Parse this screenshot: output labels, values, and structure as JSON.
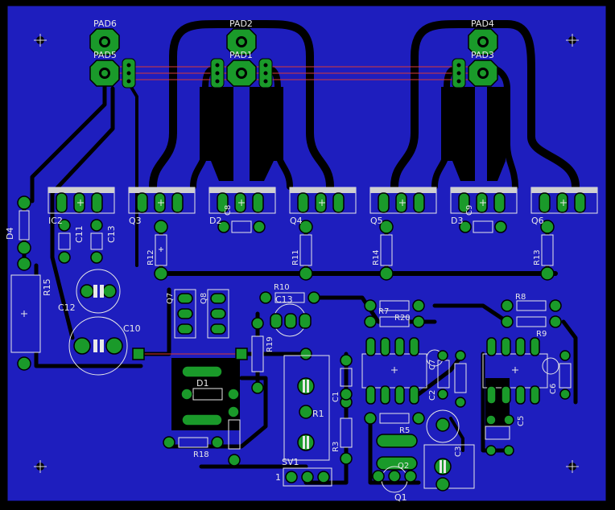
{
  "colors": {
    "board": "#1e1ebe",
    "outline": "#000000",
    "copper_gap": "#000000",
    "pad": "#1a9a2a",
    "silkscreen": "#e8e8e8",
    "airwire": "#d83838"
  },
  "labels": {
    "pad1": "PAD1",
    "pad2": "PAD2",
    "pad3": "PAD3",
    "pad4": "PAD4",
    "pad5": "PAD5",
    "pad6": "PAD6",
    "q1": "Q1",
    "q2": "Q2",
    "q3": "Q3",
    "q4": "Q4",
    "q5": "Q5",
    "q6": "Q6",
    "q7": "Q7",
    "q8": "Q8",
    "ic2": "IC2",
    "d1": "D1",
    "d2": "D2",
    "d3": "D3",
    "d4": "D4",
    "c1": "C1",
    "c2": "C2",
    "c3": "C3",
    "c5": "C5",
    "c6": "C6",
    "c7": "C7",
    "c8": "C8",
    "c9": "C9",
    "c10": "C10",
    "c11": "C11",
    "c12": "C12",
    "c13": "C13",
    "r1": "R1",
    "r3": "R3",
    "r5": "R5",
    "r7": "R7",
    "r8": "R8",
    "r9": "R9",
    "r10": "R10",
    "r11": "R11",
    "r12": "R12",
    "r13": "R13",
    "r14": "R14",
    "r15": "R15",
    "r18": "R18",
    "r19": "R19",
    "r20": "R20",
    "sv1": "SV1",
    "sv1_pin": "1"
  },
  "icons": {
    "mount_hole": "mounting-hole-icon",
    "polarity": "plus-marker-icon"
  }
}
